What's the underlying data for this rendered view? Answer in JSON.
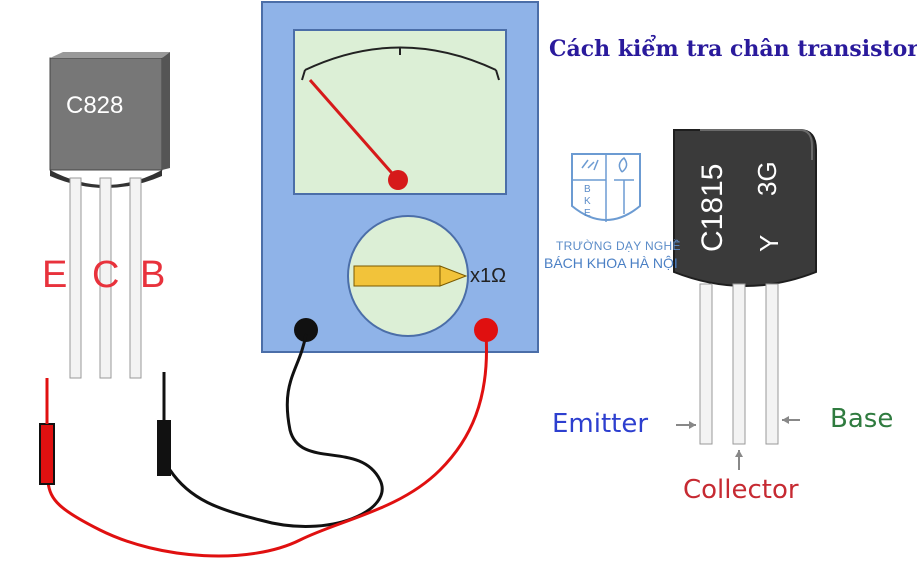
{
  "title": "Cách kiểm tra chân transistor",
  "transistor_left": {
    "model": "C828",
    "pins": [
      "E",
      "C",
      "B"
    ]
  },
  "meter": {
    "range_label": "x1Ω"
  },
  "transistor_right": {
    "model": "C1815",
    "grade": "Y",
    "code": "3G",
    "pin_labels": {
      "emitter": "Emitter",
      "collector": "Collector",
      "base": "Base"
    }
  },
  "watermark": {
    "monogram": [
      "B",
      "K",
      "E"
    ],
    "line1": "TRƯỜNG DẠY NGHỀ",
    "line2": "BÁCH KHOA HÀ NỘI"
  },
  "colors": {
    "title": "#2a1a9c",
    "meter_body": "#8fb3e8",
    "dial_face": "#dcefd6",
    "needle": "#d61a1a",
    "probe_red": "#e01010",
    "probe_black": "#111111",
    "pin_letters": "#e8323c",
    "emitter_text": "#2d3fcf",
    "collector_text": "#c62a32",
    "base_text": "#2f7b3f"
  }
}
